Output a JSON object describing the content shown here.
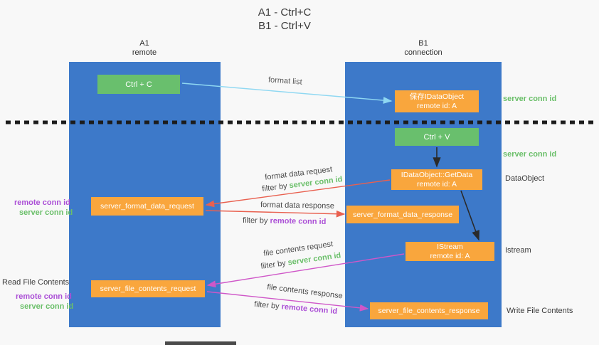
{
  "title": {
    "line1": "A1 - Ctrl+C",
    "line2": "B1 - Ctrl+V"
  },
  "lanes": {
    "left": {
      "title": "A1",
      "subtitle": "remote"
    },
    "right": {
      "title": "B1",
      "subtitle": "connection"
    }
  },
  "boxes": {
    "ctrl_c": {
      "label": "Ctrl + C"
    },
    "save_dataobject": {
      "line1": "保存IDataObject",
      "line2": "remote id: A"
    },
    "ctrl_v": {
      "label": "Ctrl + V"
    },
    "getdata": {
      "line1": "IDataObject::GetData",
      "line2": "remote id: A"
    },
    "format_request": {
      "label": "server_format_data_request"
    },
    "format_response": {
      "label": "server_format_data_response"
    },
    "istream": {
      "line1": "IStream",
      "line2": "remote id: A"
    },
    "file_request": {
      "label": "server_file_contents_request"
    },
    "file_response": {
      "label": "server_file_contents_response"
    }
  },
  "arrow_labels": {
    "format_list": "format list",
    "format_data_request": "format data request",
    "format_data_response": "format data response",
    "file_contents_request": "file contents request",
    "file_contents_response": "file contents response",
    "filter_by": "filter by ",
    "server_conn_id": "server conn id",
    "remote_conn_id": "remote conn id"
  },
  "side_labels": {
    "server_conn_id_top": "server conn id",
    "server_conn_id_mid": "server conn id",
    "dataobject": "DataObject",
    "istream": "Istream",
    "write_file_contents": "Write File Contents",
    "read_file_contents": "Read File Contents",
    "remote_conn_id": "remote conn id",
    "server_conn_id": "server conn id"
  },
  "colors": {
    "lane_blue": "#3d79c9",
    "box_green": "#69bf6d",
    "box_orange": "#f9a63d",
    "arrow_red": "#e9604f",
    "arrow_magenta": "#cf57c8",
    "arrow_light_blue": "#8fd8f2",
    "arrow_black": "#2a2a2a",
    "text_green": "#6abf69",
    "text_purple": "#ab4fd6",
    "background": "#f8f8f8"
  }
}
